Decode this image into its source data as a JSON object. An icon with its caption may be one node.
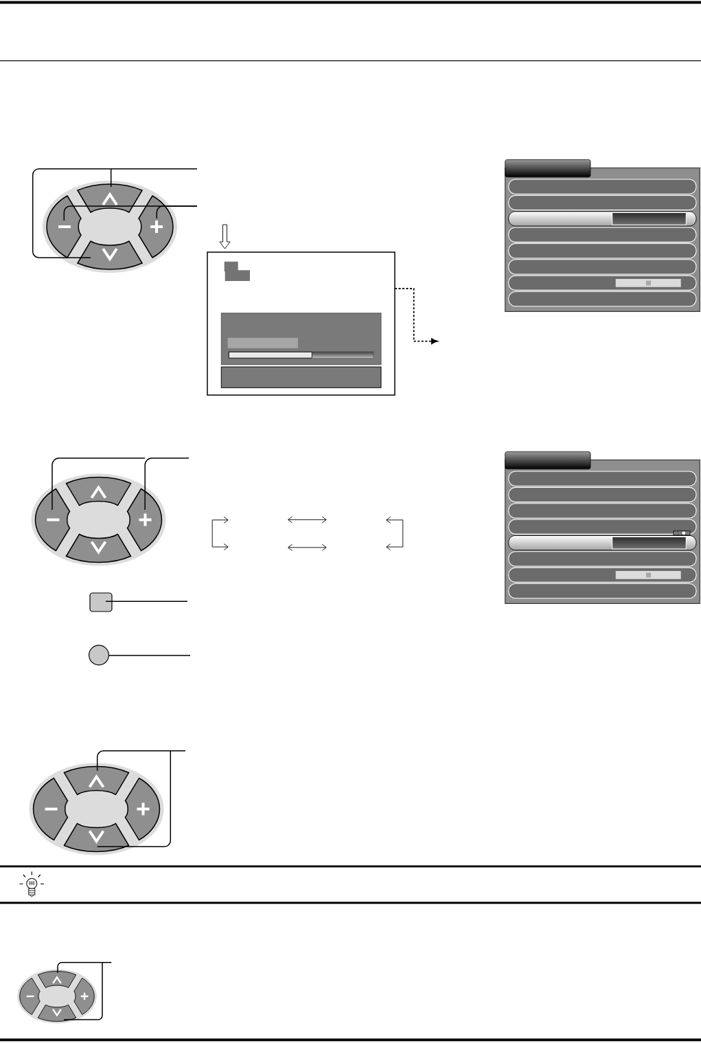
{
  "diagram": {
    "nodes": [
      {
        "text": [],
        "shape": "ellipse"
      },
      {
        "text": [],
        "shape": "button",
        "in": 0
      },
      {
        "text": [],
        "shape": "button",
        "in": 0
      },
      {
        "text": [],
        "shape": "button",
        "in": 0
      },
      {
        "text": [],
        "shape": "button",
        "in": 0
      },
      {
        "text": [],
        "shape": "picture"
      },
      {
        "text": [],
        "shape": "ellipse"
      },
      {
        "text": [],
        "shape": "button",
        "in": 6
      },
      {
        "text": [],
        "shape": "button",
        "in": 6
      },
      {
        "text": [],
        "shape": "button",
        "in": 6
      },
      {
        "text": [],
        "shape": "button",
        "in": 6
      },
      {
        "text": [],
        "shape": "box"
      },
      {
        "text": [],
        "shape": "circle"
      },
      {
        "text": [],
        "shape": "ellipse"
      },
      {
        "text": [],
        "shape": "button",
        "in": 13
      },
      {
        "text": [],
        "shape": "button",
        "in": 13
      },
      {
        "text": [],
        "shape": "button",
        "in": 13
      },
      {
        "text": [],
        "shape": "button",
        "in": 13
      },
      {
        "text": [],
        "shape": "ellipse"
      },
      {
        "text": [],
        "shape": "button",
        "in": 18
      },
      {
        "text": [],
        "shape": "button",
        "in": 18
      },
      {
        "text": [],
        "shape": "button",
        "in": 18
      },
      {
        "text": [],
        "shape": "button",
        "in": 18
      }
    ],
    "edges": [
      {
        "from": null,
        "to": 1,
        "arrow": "none"
      },
      {
        "from": null,
        "to": 4,
        "arrow": "none"
      },
      {
        "from": null,
        "to": 2,
        "arrow": "none"
      },
      {
        "from": null,
        "to": 3,
        "arrow": "none"
      },
      {
        "from": null,
        "to": 5,
        "arrow": "to"
      },
      {
        "from": 5,
        "to": null,
        "arrow": "to",
        "style": "dashed"
      },
      {
        "from": null,
        "to": 8,
        "arrow": "none"
      },
      {
        "from": null,
        "to": 9,
        "arrow": "none"
      },
      {
        "from": null,
        "to": 11,
        "arrow": "none"
      },
      {
        "from": null,
        "to": 12,
        "arrow": "none"
      },
      {
        "from": null,
        "to": 14,
        "arrow": "none"
      },
      {
        "from": null,
        "to": 17,
        "arrow": "none"
      },
      {
        "from": null,
        "to": 19,
        "arrow": "none"
      },
      {
        "from": null,
        "to": 22,
        "arrow": "none"
      }
    ]
  }
}
